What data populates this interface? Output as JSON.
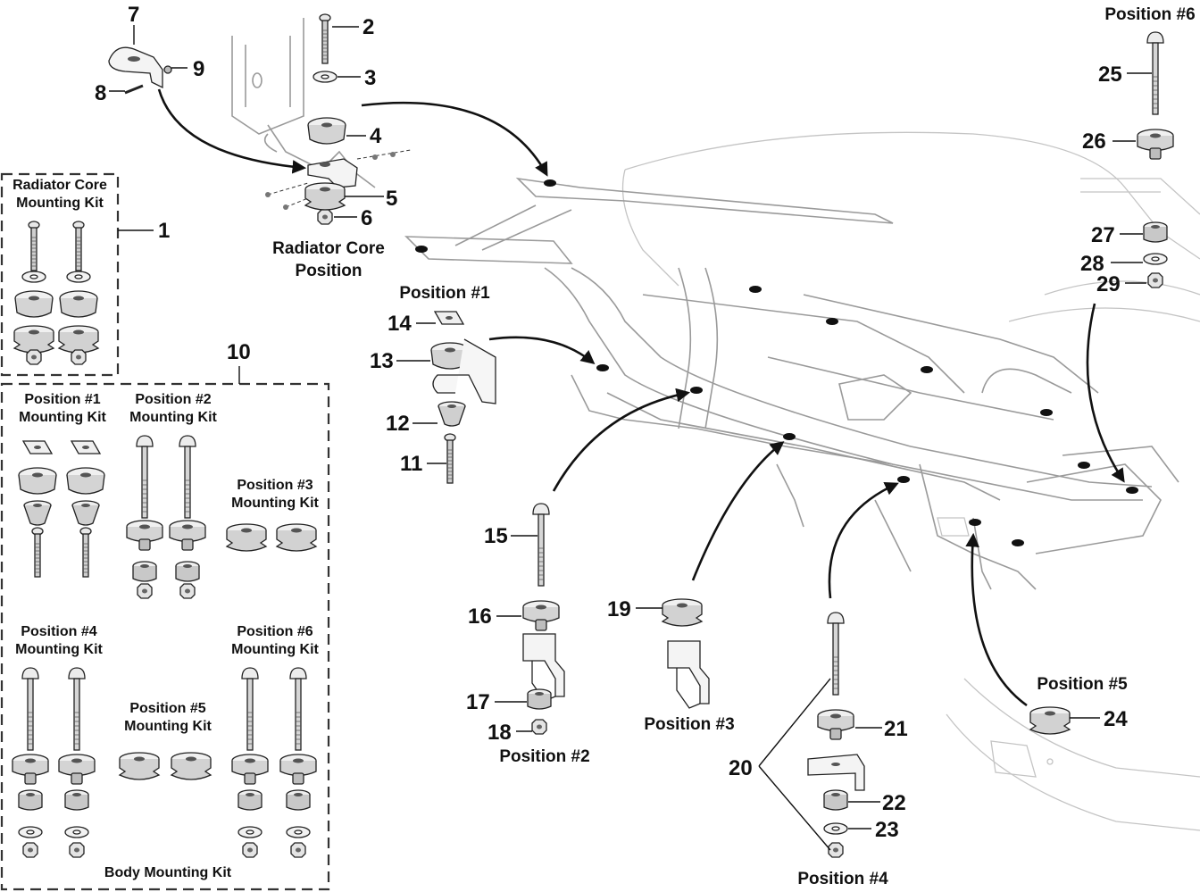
{
  "labels": {
    "radiator_kit_title_1": "Radiator Core",
    "radiator_kit_title_2": "Mounting Kit",
    "radiator_position_1": "Radiator Core",
    "radiator_position_2": "Position",
    "body_kit_title": "Body Mounting Kit",
    "kit1_title_1": "Position #1",
    "kit1_title_2": "Mounting Kit",
    "kit2_title_1": "Position #2",
    "kit2_title_2": "Mounting Kit",
    "kit3_title_1": "Position #3",
    "kit3_title_2": "Mounting Kit",
    "kit4_title_1": "Position #4",
    "kit4_title_2": "Mounting Kit",
    "kit5_title_1": "Position #5",
    "kit5_title_2": "Mounting Kit",
    "kit6_title_1": "Position #6",
    "kit6_title_2": "Mounting Kit",
    "position_1": "Position #1",
    "position_2": "Position #2",
    "position_3": "Position #3",
    "position_4": "Position #4",
    "position_5": "Position #5",
    "position_6": "Position #6"
  },
  "callouts": {
    "n1": "1",
    "n2": "2",
    "n3": "3",
    "n4": "4",
    "n5": "5",
    "n6": "6",
    "n7": "7",
    "n8": "8",
    "n9": "9",
    "n10": "10",
    "n11": "11",
    "n12": "12",
    "n13": "13",
    "n14": "14",
    "n15": "15",
    "n16": "16",
    "n17": "17",
    "n18": "18",
    "n19": "19",
    "n20": "20",
    "n21": "21",
    "n22": "22",
    "n23": "23",
    "n24": "24",
    "n25": "25",
    "n26": "26",
    "n27": "27",
    "n28": "28",
    "n29": "29"
  },
  "colors": {
    "ink": "#111111",
    "frame_line": "#9a9a9a",
    "part_fill": "#d9d9d9"
  }
}
